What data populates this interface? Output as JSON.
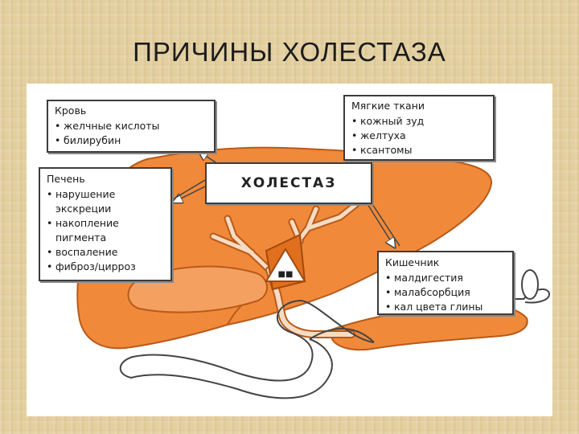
{
  "title": "ПРИЧИНЫ ХОЛЕСТАЗА",
  "center_label": "ХОЛЕСТАЗ",
  "boxes": {
    "blood": {
      "title": "Кровь",
      "items": [
        "желчные кислоты",
        "билирубин"
      ]
    },
    "soft": {
      "title": "Мягкие ткани",
      "items": [
        "кожный зуд",
        "желтуха",
        "ксантомы"
      ]
    },
    "liver": {
      "title": "Печень",
      "lines": [
        {
          "text": "нарушение",
          "bullet": true
        },
        {
          "text": "экскреции",
          "bullet": false
        },
        {
          "text": "накопление",
          "bullet": true
        },
        {
          "text": "пигмента",
          "bullet": false
        },
        {
          "text": "воспаление",
          "bullet": true
        },
        {
          "text": "фиброз/цирроз",
          "bullet": true
        }
      ]
    },
    "gut": {
      "title": "Кишечник",
      "items": [
        "малдигестия",
        "малабсорбция",
        "кал цвета глины"
      ]
    }
  },
  "colors": {
    "organ": "#f08a3a",
    "organ_dark": "#c8621c",
    "duct": "#f7dcc4",
    "box_border": "#3c3c3c"
  },
  "icons": [
    "stop-sign-icon",
    "question-mark-icon"
  ]
}
